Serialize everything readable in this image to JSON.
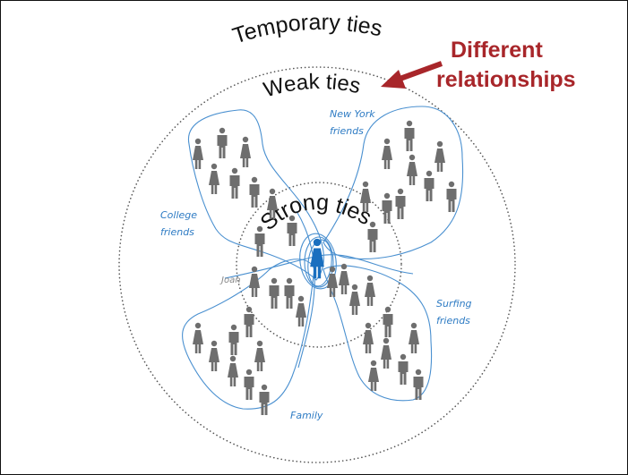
{
  "diagram": {
    "title_callout": [
      "Different",
      "relationships"
    ],
    "tiers": [
      {
        "id": "temporary",
        "label": "Temporary ties"
      },
      {
        "id": "weak",
        "label": "Weak ties"
      },
      {
        "id": "strong",
        "label": "Strong ties"
      }
    ],
    "groups": [
      {
        "id": "college",
        "label": [
          "College",
          "friends"
        ]
      },
      {
        "id": "newyork",
        "label": [
          "New York",
          "friends"
        ]
      },
      {
        "id": "surfing",
        "label": [
          "Surfing",
          "friends"
        ]
      },
      {
        "id": "family",
        "label": [
          "Family"
        ]
      }
    ],
    "person_label": "Joan",
    "colors": {
      "figure_gray": "#6e6e6e",
      "focus_blue": "#1a6fbf",
      "group_outline": "#4a90d0",
      "callout_red": "#a8262a",
      "dotted_circle": "#555555"
    },
    "figures": [
      {
        "group": "college",
        "type": "woman"
      },
      {
        "group": "college",
        "type": "man"
      },
      {
        "group": "college",
        "type": "woman"
      },
      {
        "group": "college",
        "type": "woman"
      },
      {
        "group": "college",
        "type": "man"
      },
      {
        "group": "college",
        "type": "man"
      },
      {
        "group": "college",
        "type": "woman"
      },
      {
        "group": "college",
        "type": "man"
      },
      {
        "group": "college",
        "type": "man"
      },
      {
        "group": "newyork",
        "type": "man"
      },
      {
        "group": "newyork",
        "type": "woman"
      },
      {
        "group": "newyork",
        "type": "woman"
      },
      {
        "group": "newyork",
        "type": "woman"
      },
      {
        "group": "newyork",
        "type": "man"
      },
      {
        "group": "newyork",
        "type": "man"
      },
      {
        "group": "newyork",
        "type": "woman"
      },
      {
        "group": "newyork",
        "type": "man"
      },
      {
        "group": "newyork",
        "type": "man"
      },
      {
        "group": "newyork",
        "type": "man"
      },
      {
        "group": "strong",
        "type": "woman",
        "name": "Joan"
      },
      {
        "group": "strong",
        "type": "man"
      },
      {
        "group": "strong",
        "type": "man"
      },
      {
        "group": "strong",
        "type": "woman"
      },
      {
        "group": "strong",
        "type": "woman"
      },
      {
        "group": "strong",
        "type": "woman"
      },
      {
        "group": "strong",
        "type": "woman"
      },
      {
        "group": "strong",
        "type": "woman"
      },
      {
        "group": "family",
        "type": "man"
      },
      {
        "group": "family",
        "type": "woman"
      },
      {
        "group": "family",
        "type": "man"
      },
      {
        "group": "family",
        "type": "woman"
      },
      {
        "group": "family",
        "type": "woman"
      },
      {
        "group": "family",
        "type": "woman"
      },
      {
        "group": "family",
        "type": "man"
      },
      {
        "group": "family",
        "type": "man"
      },
      {
        "group": "surfing",
        "type": "man"
      },
      {
        "group": "surfing",
        "type": "woman"
      },
      {
        "group": "surfing",
        "type": "woman"
      },
      {
        "group": "surfing",
        "type": "woman"
      },
      {
        "group": "surfing",
        "type": "man"
      },
      {
        "group": "surfing",
        "type": "woman"
      },
      {
        "group": "surfing",
        "type": "man"
      }
    ],
    "focus_person": {
      "type": "woman"
    }
  }
}
